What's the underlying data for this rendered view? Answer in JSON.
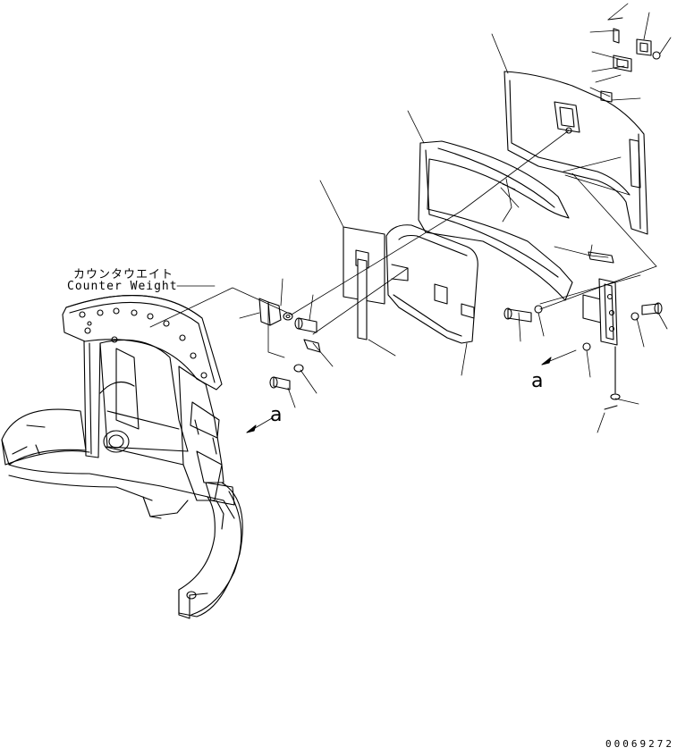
{
  "labels": {
    "japanese": "カウンタウエイト",
    "english": "Counter Weight",
    "view_ref_left": "a",
    "view_ref_right": "a",
    "drawing_number": "00069272"
  }
}
